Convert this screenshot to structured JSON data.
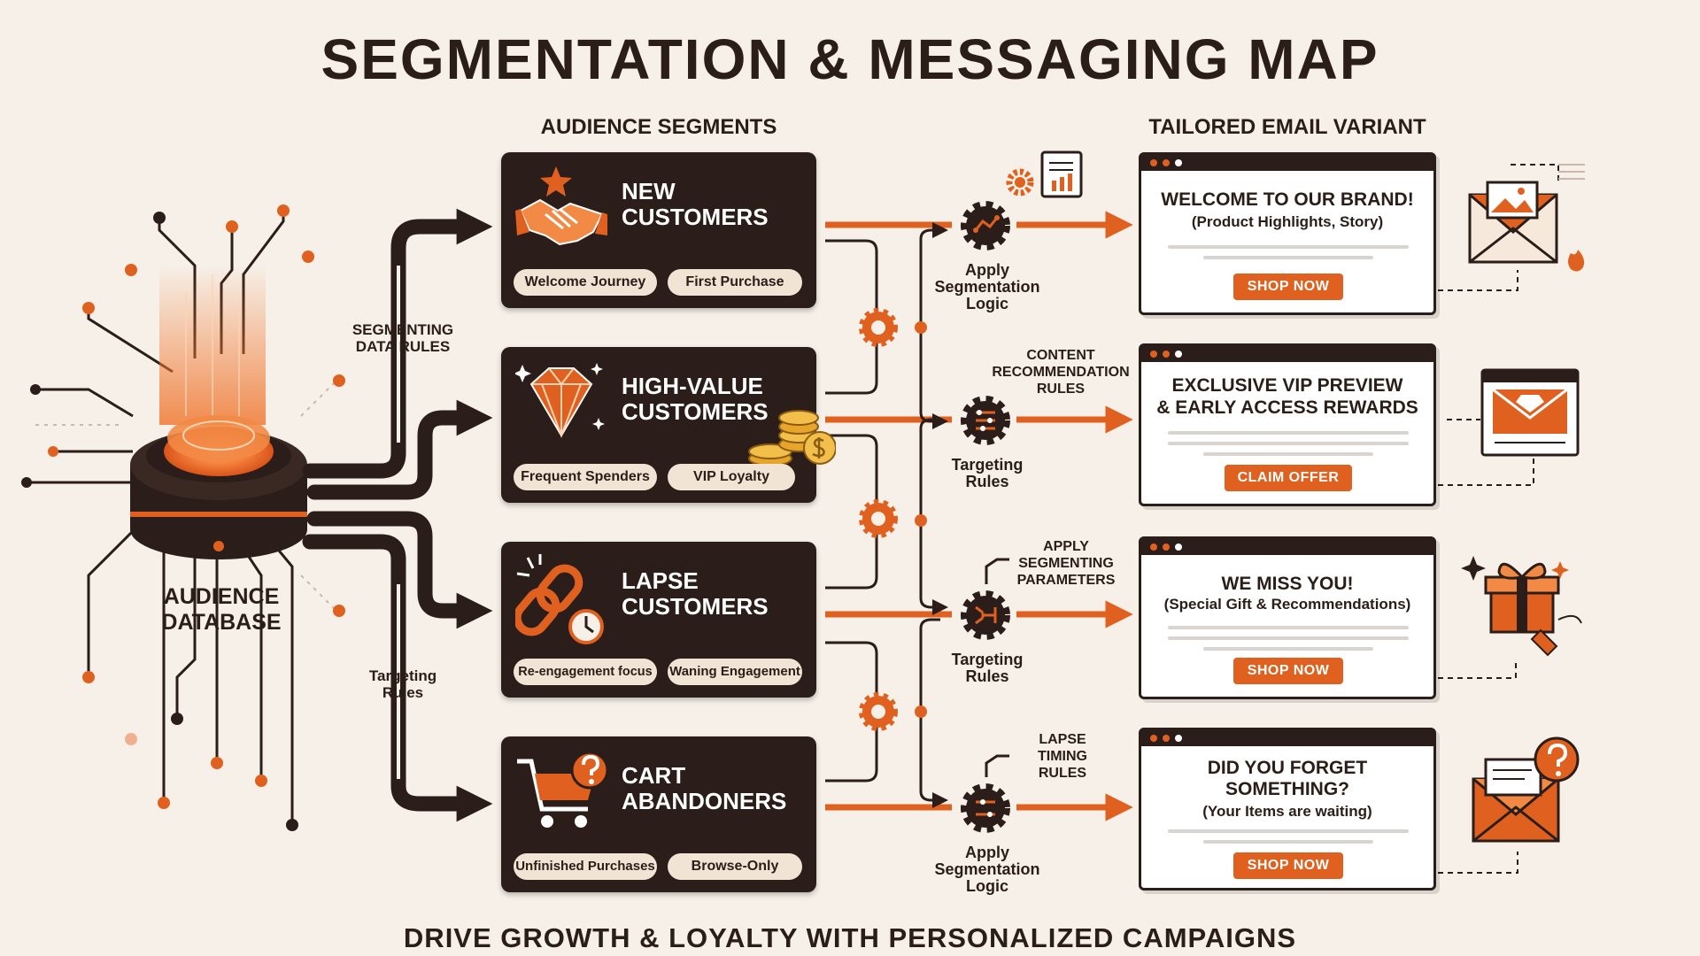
{
  "title": "SEGMENTATION & MESSAGING MAP",
  "footer": "DRIVE GROWTH & LOYALTY WITH PERSONALIZED CAMPAIGNS",
  "colors": {
    "accent": "#e0611f",
    "dark": "#2b1d19",
    "background": "#f6f0e8",
    "pill": "#f1e4d5"
  },
  "source": {
    "label_line1": "AUDIENCE",
    "label_line2": "DATABASE",
    "icon": "database-icon"
  },
  "flow_labels": {
    "segmenting_line1": "SEGMENTING",
    "segmenting_line2": "DATA RULES",
    "targeting_line1": "Targeting",
    "targeting_line2": "Rules"
  },
  "columns": {
    "segments": "AUDIENCE SEGMENTS",
    "variants": "TAILORED EMAIL VARIANT"
  },
  "segments": [
    {
      "title_line1": "NEW",
      "title_line2": "CUSTOMERS",
      "icon": "handshake-icon",
      "tags": [
        "Welcome Journey",
        "First Purchase"
      ]
    },
    {
      "title_line1": "HIGH-VALUE",
      "title_line2": "CUSTOMERS",
      "icon": "diamond-icon",
      "tags": [
        "Frequent Spenders",
        "VIP Loyalty"
      ]
    },
    {
      "title_line1": "LAPSE",
      "title_line2": "CUSTOMERS",
      "icon": "broken-link-icon",
      "tags": [
        "Re-engagement focus",
        "Waning Engagement"
      ]
    },
    {
      "title_line1": "CART",
      "title_line2": "ABANDONERS",
      "icon": "shopping-cart-icon",
      "tags": [
        "Unfinished Purchases",
        "Browse-Only"
      ]
    }
  ],
  "steps": [
    {
      "label_line1": "Apply",
      "label_line2": "Segmentation",
      "label_line3": "Logic",
      "icon": "gear-icon"
    },
    {
      "label_line1": "Targeting",
      "label_line2": "Rules",
      "icon": "gear-icon"
    },
    {
      "label_line1": "Targeting",
      "label_line2": "Rules",
      "icon": "gear-icon"
    },
    {
      "label_line1": "Apply",
      "label_line2": "Segmentation",
      "label_line3": "Logic",
      "icon": "gear-icon"
    }
  ],
  "rule_labels": [
    {
      "line1": "CONTENT",
      "line2": "RECOMMENDATION",
      "line3": "RULES"
    },
    {
      "line1": "APPLY",
      "line2": "SEGMENTING",
      "line3": "PARAMETERS"
    },
    {
      "line1": "LAPSE",
      "line2": "TIMING",
      "line3": "RULES"
    }
  ],
  "variants": [
    {
      "headline_line1": "WELCOME TO OUR BRAND!",
      "headline_line2": "",
      "subtitle": "(Product Highlights, Story)",
      "cta": "SHOP NOW",
      "icon": "envelope-photo-icon"
    },
    {
      "headline_line1": "EXCLUSIVE VIP PREVIEW",
      "headline_line2": "& EARLY ACCESS REWARDS",
      "subtitle": "",
      "cta": "CLAIM OFFER",
      "icon": "browser-diamond-icon"
    },
    {
      "headline_line1": "WE MISS YOU!",
      "headline_line2": "",
      "subtitle": "(Special Gift & Recommendations)",
      "cta": "SHOP NOW",
      "icon": "gift-icon"
    },
    {
      "headline_line1": "DID YOU FORGET",
      "headline_line2": "SOMETHING?",
      "subtitle": "(Your Items are waiting)",
      "cta": "SHOP NOW",
      "icon": "envelope-question-icon"
    }
  ]
}
